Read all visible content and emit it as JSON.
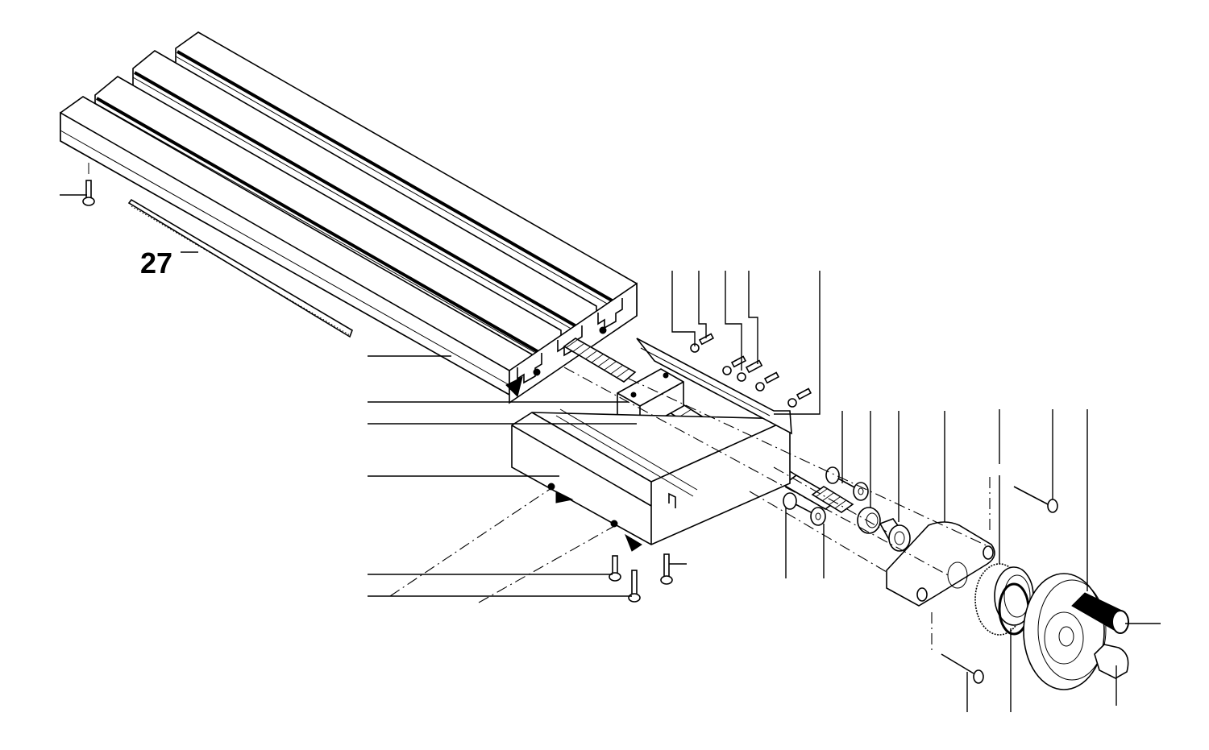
{
  "diagram": {
    "type": "exploded-parts-diagram",
    "subject": "milling machine cross slide table assembly",
    "colors": {
      "line": "#000000",
      "background": "#ffffff"
    },
    "labels": [
      {
        "id": "27",
        "text": "27",
        "target": "scale-strip"
      }
    ],
    "parts": [
      "t-slot-table",
      "scale-strip",
      "table-end-screw",
      "leadscrew",
      "leadscrew-nut-block",
      "nut-block-screw",
      "cross-slide-saddle",
      "saddle-bottom-screws",
      "gib-strip",
      "gib-adjust-screws-and-nuts",
      "leadscrew-end-bearing",
      "bearing-bushing",
      "end-bracket",
      "bracket-screws",
      "bracket-washers",
      "dial-collar",
      "retaining-ring",
      "handwheel",
      "handwheel-handle",
      "acorn-nut"
    ]
  }
}
